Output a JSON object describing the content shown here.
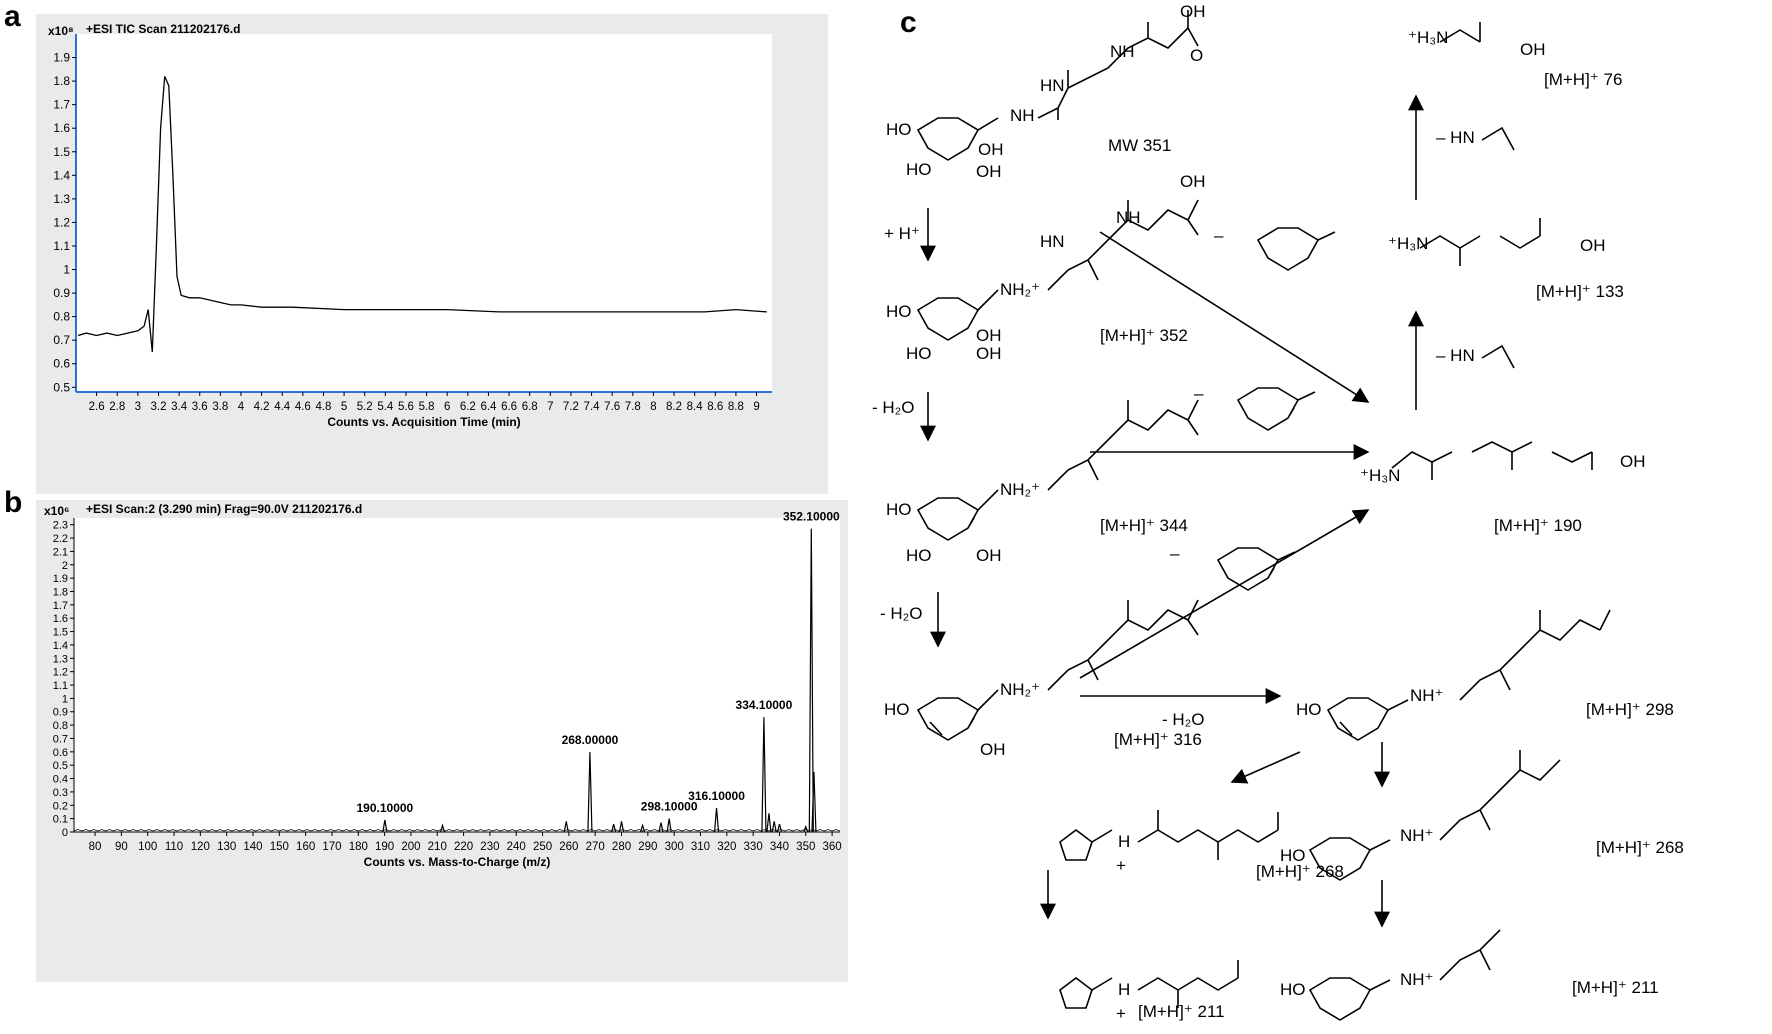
{
  "panels": {
    "a": "a",
    "b": "b",
    "c": "c"
  },
  "chart_data": [
    {
      "type": "line",
      "panel": "a",
      "header": "+ESI TIC Scan 211202176.d",
      "y_exponent": "x10⁸",
      "xlabel": "Counts vs. Acquisition Time (min)",
      "xlim": [
        2.4,
        9.15
      ],
      "ylim": [
        0.48,
        2.0
      ],
      "x_ticks": [
        "2.6",
        "2.8",
        "3",
        "3.2",
        "3.4",
        "3.6",
        "3.8",
        "4",
        "4.2",
        "4.4",
        "4.6",
        "4.8",
        "5",
        "5.2",
        "5.4",
        "5.6",
        "5.8",
        "6",
        "6.2",
        "6.4",
        "6.6",
        "6.8",
        "7",
        "7.2",
        "7.4",
        "7.6",
        "7.8",
        "8",
        "8.2",
        "8.4",
        "8.6",
        "8.8",
        "9"
      ],
      "y_ticks": [
        "0.5",
        "0.6",
        "0.7",
        "0.8",
        "0.9",
        "1",
        "1.1",
        "1.2",
        "1.3",
        "1.4",
        "1.5",
        "1.6",
        "1.7",
        "1.8",
        "1.9"
      ],
      "points": [
        [
          2.42,
          0.72
        ],
        [
          2.5,
          0.73
        ],
        [
          2.6,
          0.72
        ],
        [
          2.7,
          0.73
        ],
        [
          2.8,
          0.72
        ],
        [
          2.9,
          0.73
        ],
        [
          3.0,
          0.74
        ],
        [
          3.06,
          0.76
        ],
        [
          3.1,
          0.83
        ],
        [
          3.14,
          0.65
        ],
        [
          3.18,
          1.1
        ],
        [
          3.22,
          1.6
        ],
        [
          3.26,
          1.82
        ],
        [
          3.3,
          1.78
        ],
        [
          3.34,
          1.4
        ],
        [
          3.38,
          0.97
        ],
        [
          3.42,
          0.89
        ],
        [
          3.5,
          0.88
        ],
        [
          3.6,
          0.88
        ],
        [
          3.7,
          0.87
        ],
        [
          3.8,
          0.86
        ],
        [
          3.9,
          0.85
        ],
        [
          4.0,
          0.85
        ],
        [
          4.2,
          0.84
        ],
        [
          4.5,
          0.84
        ],
        [
          5.0,
          0.83
        ],
        [
          5.5,
          0.83
        ],
        [
          6.0,
          0.83
        ],
        [
          6.5,
          0.82
        ],
        [
          7.0,
          0.82
        ],
        [
          7.5,
          0.82
        ],
        [
          8.0,
          0.82
        ],
        [
          8.5,
          0.82
        ],
        [
          8.8,
          0.83
        ],
        [
          9.1,
          0.82
        ]
      ]
    },
    {
      "type": "bar",
      "panel": "b",
      "header": "+ESI Scan:2 (3.290 min) Frag=90.0V 211202176.d",
      "y_exponent": "x10⁶",
      "xlabel": "Counts vs. Mass-to-Charge (m/z)",
      "xlim": [
        72,
        363
      ],
      "ylim": [
        0,
        2.35
      ],
      "x_ticks": [
        "80",
        "90",
        "100",
        "110",
        "120",
        "130",
        "140",
        "150",
        "160",
        "170",
        "180",
        "190",
        "200",
        "210",
        "220",
        "230",
        "240",
        "250",
        "260",
        "270",
        "280",
        "290",
        "300",
        "310",
        "320",
        "330",
        "340",
        "350",
        "360"
      ],
      "y_ticks": [
        "0",
        "0.1",
        "0.2",
        "0.3",
        "0.4",
        "0.5",
        "0.6",
        "0.7",
        "0.8",
        "0.9",
        "1",
        "1.1",
        "1.2",
        "1.3",
        "1.4",
        "1.5",
        "1.6",
        "1.7",
        "1.8",
        "1.9",
        "2",
        "2.1",
        "2.2",
        "2.3"
      ],
      "peaks": [
        [
          190.1,
          0.09
        ],
        [
          212,
          0.05
        ],
        [
          259,
          0.08
        ],
        [
          268.0,
          0.6
        ],
        [
          277,
          0.06
        ],
        [
          280,
          0.08
        ],
        [
          288,
          0.05
        ],
        [
          295,
          0.07
        ],
        [
          298.1,
          0.1
        ],
        [
          316.1,
          0.18
        ],
        [
          334.1,
          0.86
        ],
        [
          336,
          0.14
        ],
        [
          338,
          0.08
        ],
        [
          340,
          0.06
        ],
        [
          350,
          0.04
        ],
        [
          352.1,
          2.27
        ],
        [
          353.1,
          0.45
        ]
      ],
      "peak_labels": [
        {
          "x": 190.1,
          "y": 0.09,
          "text": "190.10000"
        },
        {
          "x": 268.0,
          "y": 0.6,
          "text": "268.00000"
        },
        {
          "x": 298.1,
          "y": 0.1,
          "text": "298.10000"
        },
        {
          "x": 316.1,
          "y": 0.18,
          "text": "316.10000"
        },
        {
          "x": 334.1,
          "y": 0.86,
          "text": "334.10000"
        },
        {
          "x": 352.1,
          "y": 2.27,
          "text": "352.10000"
        }
      ]
    }
  ],
  "scheme": {
    "labels": {
      "mw351": "MW 351",
      "plus_h": "+ H⁺",
      "mh352": "[M+H]⁺ 352",
      "minus_h2o_1": "- H₂O",
      "mh344": "[M+H]⁺ 344",
      "minus_h2o_2": "- H₂O",
      "mh316": "[M+H]⁺ 316",
      "minus_h2o_3": "- H₂O",
      "mh298": "[M+H]⁺ 298",
      "mh268_a": "[M+H]⁺ 268",
      "mh268_b": "[M+H]⁺ 268",
      "mh211_a": "[M+H]⁺ 211",
      "mh211_b": "[M+H]⁺ 211",
      "mh190": "[M+H]⁺ 190",
      "mh133": "[M+H]⁺ 133",
      "mh76": "[M+H]⁺ 76",
      "minus_a": "–",
      "minus_b": "–",
      "minus_c": "–",
      "hn_loss_1": "– HN",
      "hn_loss_2": "– HN"
    },
    "atoms": {
      "oh": "OH",
      "o": "O",
      "hn": "HN",
      "nh": "NH",
      "n": "N",
      "ho": "HO",
      "nh2_plus": "NH₂⁺",
      "nh_plus": "NH⁺",
      "h3n_plus": "⁺H₃N",
      "h": "H",
      "plus": "+"
    }
  }
}
